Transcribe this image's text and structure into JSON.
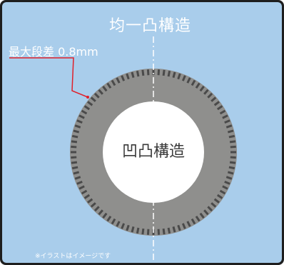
{
  "title": "均一凸構造",
  "step_label": "最大段差 0.8mm",
  "center_label": "凹凸構造",
  "note": "※イラストはイメージです",
  "colors": {
    "background": "#a9cdeb",
    "ring": "#8f8f8d",
    "teeth": "#4a4a4a",
    "hole": "#ffffff",
    "leader_line": "#e0202a",
    "text_light": "#ffffff",
    "text_dark": "#3a3a3a"
  }
}
